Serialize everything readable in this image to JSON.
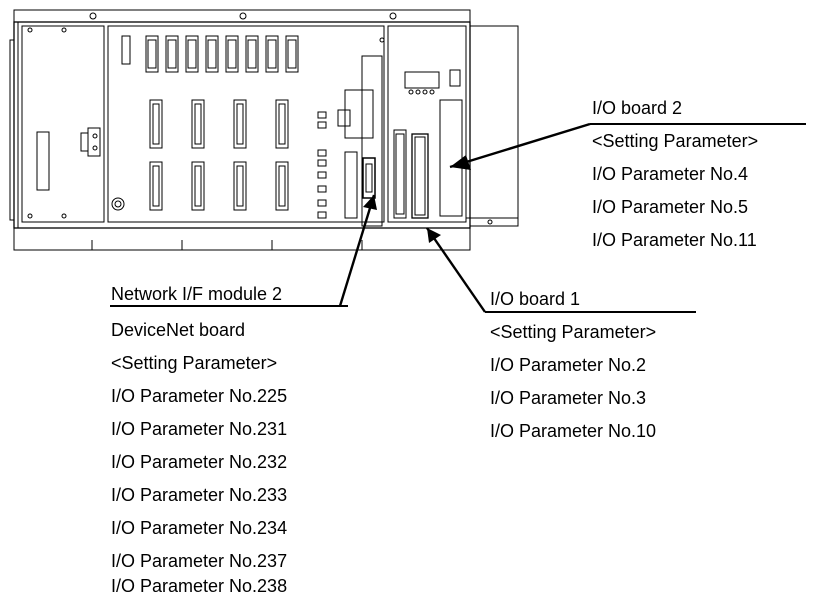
{
  "callouts": {
    "io_board_2": {
      "title": "I/O board 2",
      "lines": [
        "<Setting Parameter>",
        "I/O Parameter No.4",
        "I/O Parameter No.5",
        "I/O Parameter No.11"
      ]
    },
    "network_if_module_2": {
      "title": "Network I/F module 2",
      "lines": [
        "DeviceNet board",
        "<Setting Parameter>",
        "I/O Parameter No.225",
        "I/O Parameter No.231",
        "I/O Parameter No.232",
        "I/O Parameter No.233",
        "I/O Parameter No.234",
        "I/O Parameter No.237",
        "I/O Parameter No.238"
      ]
    },
    "io_board_1": {
      "title": "I/O board 1",
      "lines": [
        "<Setting Parameter>",
        "I/O Parameter No.2",
        "I/O Parameter No.3",
        "I/O Parameter No.10"
      ]
    }
  }
}
